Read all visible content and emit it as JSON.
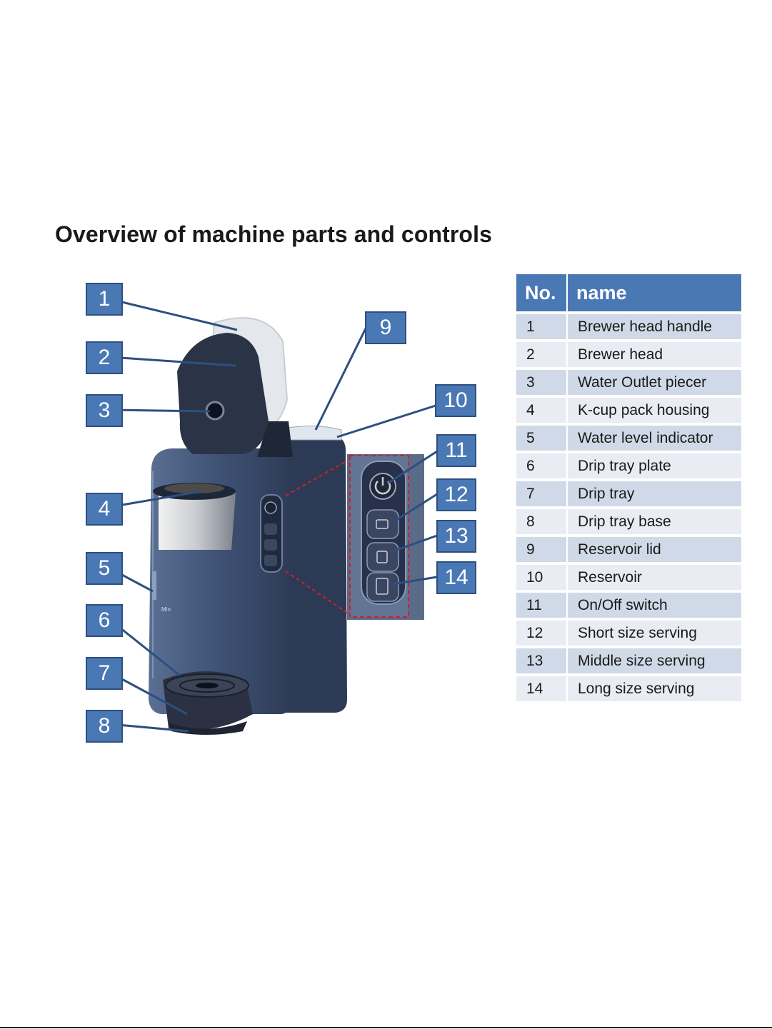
{
  "heading": "Overview of machine parts and controls",
  "table": {
    "header": {
      "no": "No.",
      "name": "name"
    },
    "rows": [
      {
        "no": "1",
        "name": "Brewer head handle"
      },
      {
        "no": "2",
        "name": "Brewer head"
      },
      {
        "no": "3",
        "name": "Water Outlet piecer"
      },
      {
        "no": "4",
        "name": "K-cup pack housing"
      },
      {
        "no": "5",
        "name": "Water level indicator"
      },
      {
        "no": "6",
        "name": "Drip tray plate"
      },
      {
        "no": "7",
        "name": "Drip tray"
      },
      {
        "no": "8",
        "name": "Drip tray base"
      },
      {
        "no": "9",
        "name": "Reservoir lid"
      },
      {
        "no": "10",
        "name": "Reservoir"
      },
      {
        "no": "11",
        "name": "On/Off switch"
      },
      {
        "no": "12",
        "name": "Short size serving"
      },
      {
        "no": "13",
        "name": "Middle size serving"
      },
      {
        "no": "14",
        "name": "Long size serving"
      }
    ]
  },
  "callouts": [
    "1",
    "2",
    "3",
    "4",
    "5",
    "6",
    "7",
    "8",
    "9",
    "10",
    "11",
    "12",
    "13",
    "14"
  ],
  "image": {
    "min_mark": "Min"
  },
  "colors": {
    "callout": "#4a78b4",
    "machine": "#4c5f7f",
    "leader": "#2d4f80",
    "zoom": "#d0202a"
  }
}
